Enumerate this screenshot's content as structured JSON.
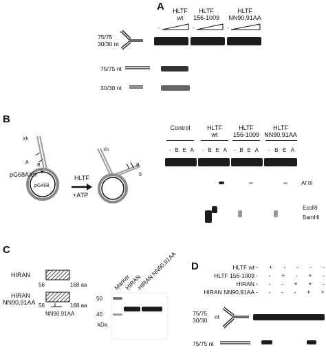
{
  "panel_a": {
    "letter": "A",
    "groups": [
      {
        "line1": "HLTF",
        "line2": "wt"
      },
      {
        "line1": "HLTF",
        "line2": "156-1009"
      },
      {
        "line1": "HLTF",
        "line2": "NN90,91AA"
      }
    ],
    "minus": "-",
    "substrate_label_1": "75/75",
    "substrate_label_2": "30/30 nt",
    "product1_label": "75/75 nt",
    "product2_label": "30/30 nt"
  },
  "panel_b": {
    "letter": "B",
    "plasmid_name": "pG68AXn",
    "plasmid_inner": "pG46B",
    "arrow_label_1": "HLTF",
    "arrow_label_2": "+ATP",
    "xh_left": "Xh",
    "xh_right": "Xh",
    "site_labels": {
      "a": "A",
      "e": "E",
      "b": "B",
      "five_prime": "5'"
    },
    "groups": [
      {
        "line1": "",
        "line2": "Control"
      },
      {
        "line1": "HLTF",
        "line2": "wt"
      },
      {
        "line1": "HLTF",
        "line2": "156-1009"
      },
      {
        "line1": "HLTF",
        "line2": "NN90,91AA"
      }
    ],
    "lane_letters": [
      "-",
      "B",
      "E",
      "A"
    ],
    "band_labels": [
      "Af III",
      "EcoRI",
      "BamHI"
    ]
  },
  "panel_c": {
    "letter": "C",
    "constructs": [
      {
        "name": "HIRAN",
        "start": "56",
        "end": "168 aa"
      },
      {
        "name_line1": "HIRAN",
        "name_line2": "NN90,91AA",
        "start": "56",
        "end": "168 aa"
      }
    ],
    "mutation_label": "NN90,91AA",
    "gel_columns": [
      "Marker",
      "HIRAN",
      "HIRAN NN90,91AA"
    ],
    "markers": [
      "50",
      "40"
    ],
    "unit": "kDa"
  },
  "panel_d": {
    "letter": "D",
    "rows": [
      {
        "label": "HLTF wt",
        "values": [
          "-",
          "+",
          "-",
          "-",
          "-",
          "-"
        ]
      },
      {
        "label": "HLTF 156-1009",
        "values": [
          "-",
          "-",
          "+",
          "-",
          "+",
          "-"
        ]
      },
      {
        "label": "HIRAN",
        "values": [
          "-",
          "-",
          "-",
          "+",
          "+",
          "-"
        ]
      },
      {
        "label": "HIRAN NN90,91AA",
        "values": [
          "-",
          "-",
          "-",
          "-",
          "+",
          "+"
        ]
      }
    ],
    "substrate_label_1": "75/75",
    "substrate_label_2": "30/30",
    "substrate_unit": "nt",
    "product_label": "75/75 nt"
  }
}
